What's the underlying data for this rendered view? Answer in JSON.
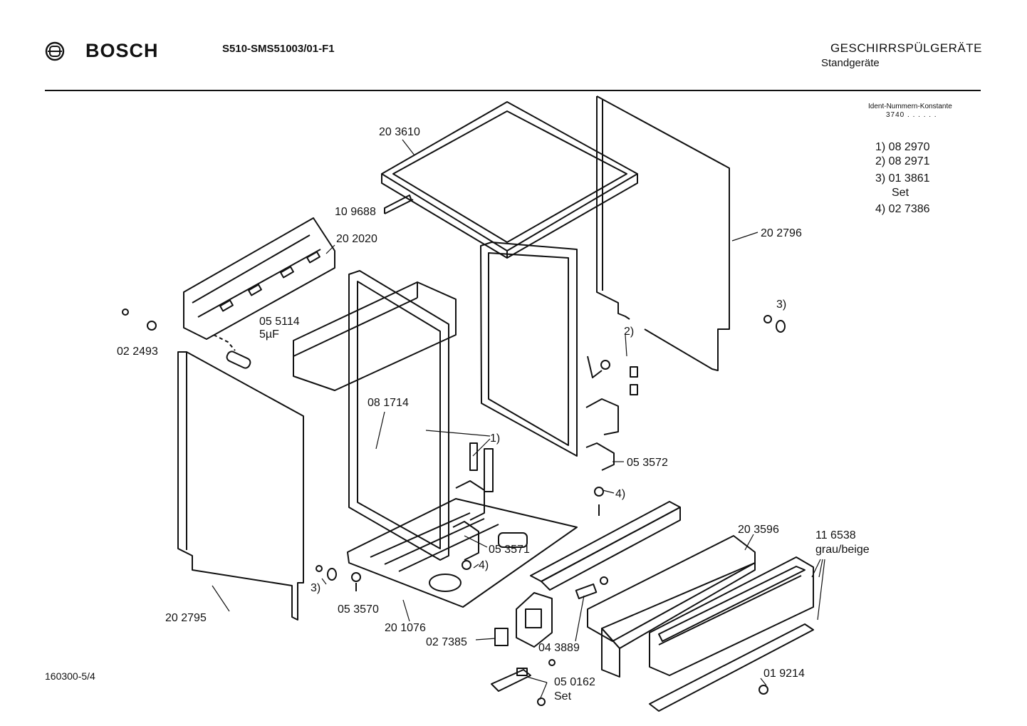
{
  "header": {
    "brand": "BOSCH",
    "model": "S510-SMS51003/01-F1",
    "category": "GESCHIRRSPÜLGERÄTE",
    "subcategory": "Standgeräte",
    "ident_title": "Ident-Nummern-Konstante",
    "ident_value": "3740  . .   . . . ."
  },
  "footnotes": [
    {
      "label": "1) 08 2970"
    },
    {
      "label": "2) 08 2971"
    },
    {
      "label": "3) 01 3861"
    },
    {
      "label": "Set"
    },
    {
      "label": "4) 02 7386"
    }
  ],
  "document_number": "160300-5/4",
  "parts": [
    {
      "label": "20 3610"
    },
    {
      "label": "10 9688"
    },
    {
      "label": "20 2020"
    },
    {
      "label": "20 2796"
    },
    {
      "label": "3)"
    },
    {
      "label": "2)"
    },
    {
      "label": "05 5114"
    },
    {
      "label": "5µF"
    },
    {
      "label": "02 2493"
    },
    {
      "label": "08 1714"
    },
    {
      "label": "1)"
    },
    {
      "label": "05 3572"
    },
    {
      "label": "4)"
    },
    {
      "label": "05 3571"
    },
    {
      "label": "20 3596"
    },
    {
      "label": "11 6538"
    },
    {
      "label": "grau/beige"
    },
    {
      "label": "4)"
    },
    {
      "label": "3)"
    },
    {
      "label": "05 3570"
    },
    {
      "label": "20 1076"
    },
    {
      "label": "20 2795"
    },
    {
      "label": "02 7385"
    },
    {
      "label": "04 3889"
    },
    {
      "label": "05 0162"
    },
    {
      "label": "Set"
    },
    {
      "label": "01 9214"
    }
  ]
}
